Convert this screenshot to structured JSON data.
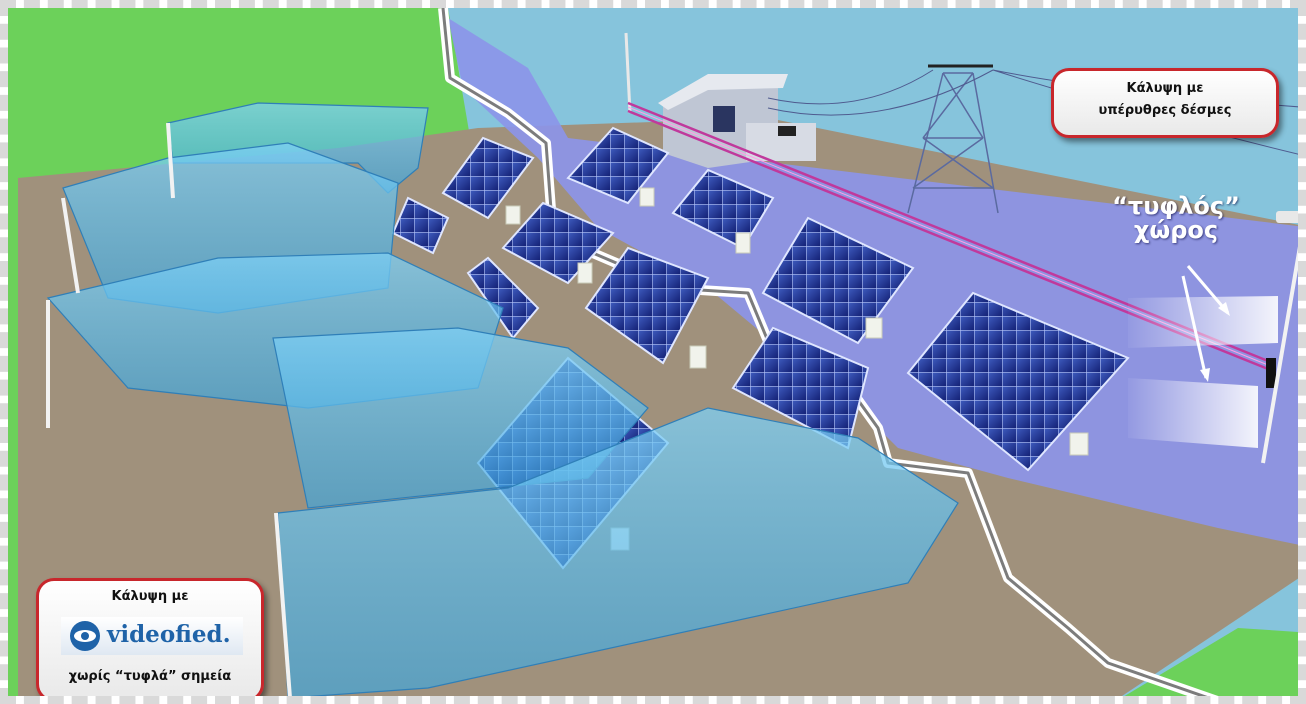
{
  "ir_callout": {
    "line1": "Κάλυψη με",
    "line2": "υπέρυθρες δέσμες"
  },
  "blind_spot_label": {
    "line1": "“τυφλός”",
    "line2": "χώρος"
  },
  "videofied_callout": {
    "line1": "Κάλυψη με",
    "logo_text": "videofied.",
    "line3": "χωρίς “τυφλά” σημεία"
  },
  "colors": {
    "grass": "#6cd15a",
    "ground": "#a0917c",
    "ir_zone": "#8c95e8",
    "outer_zone": "#86c4dc",
    "coverage": "#5fb8ea",
    "panel": "#1d2f8c",
    "beam": "#c0399c",
    "callout_border": "#c8272c",
    "logo_blue": "#1f63a8"
  }
}
